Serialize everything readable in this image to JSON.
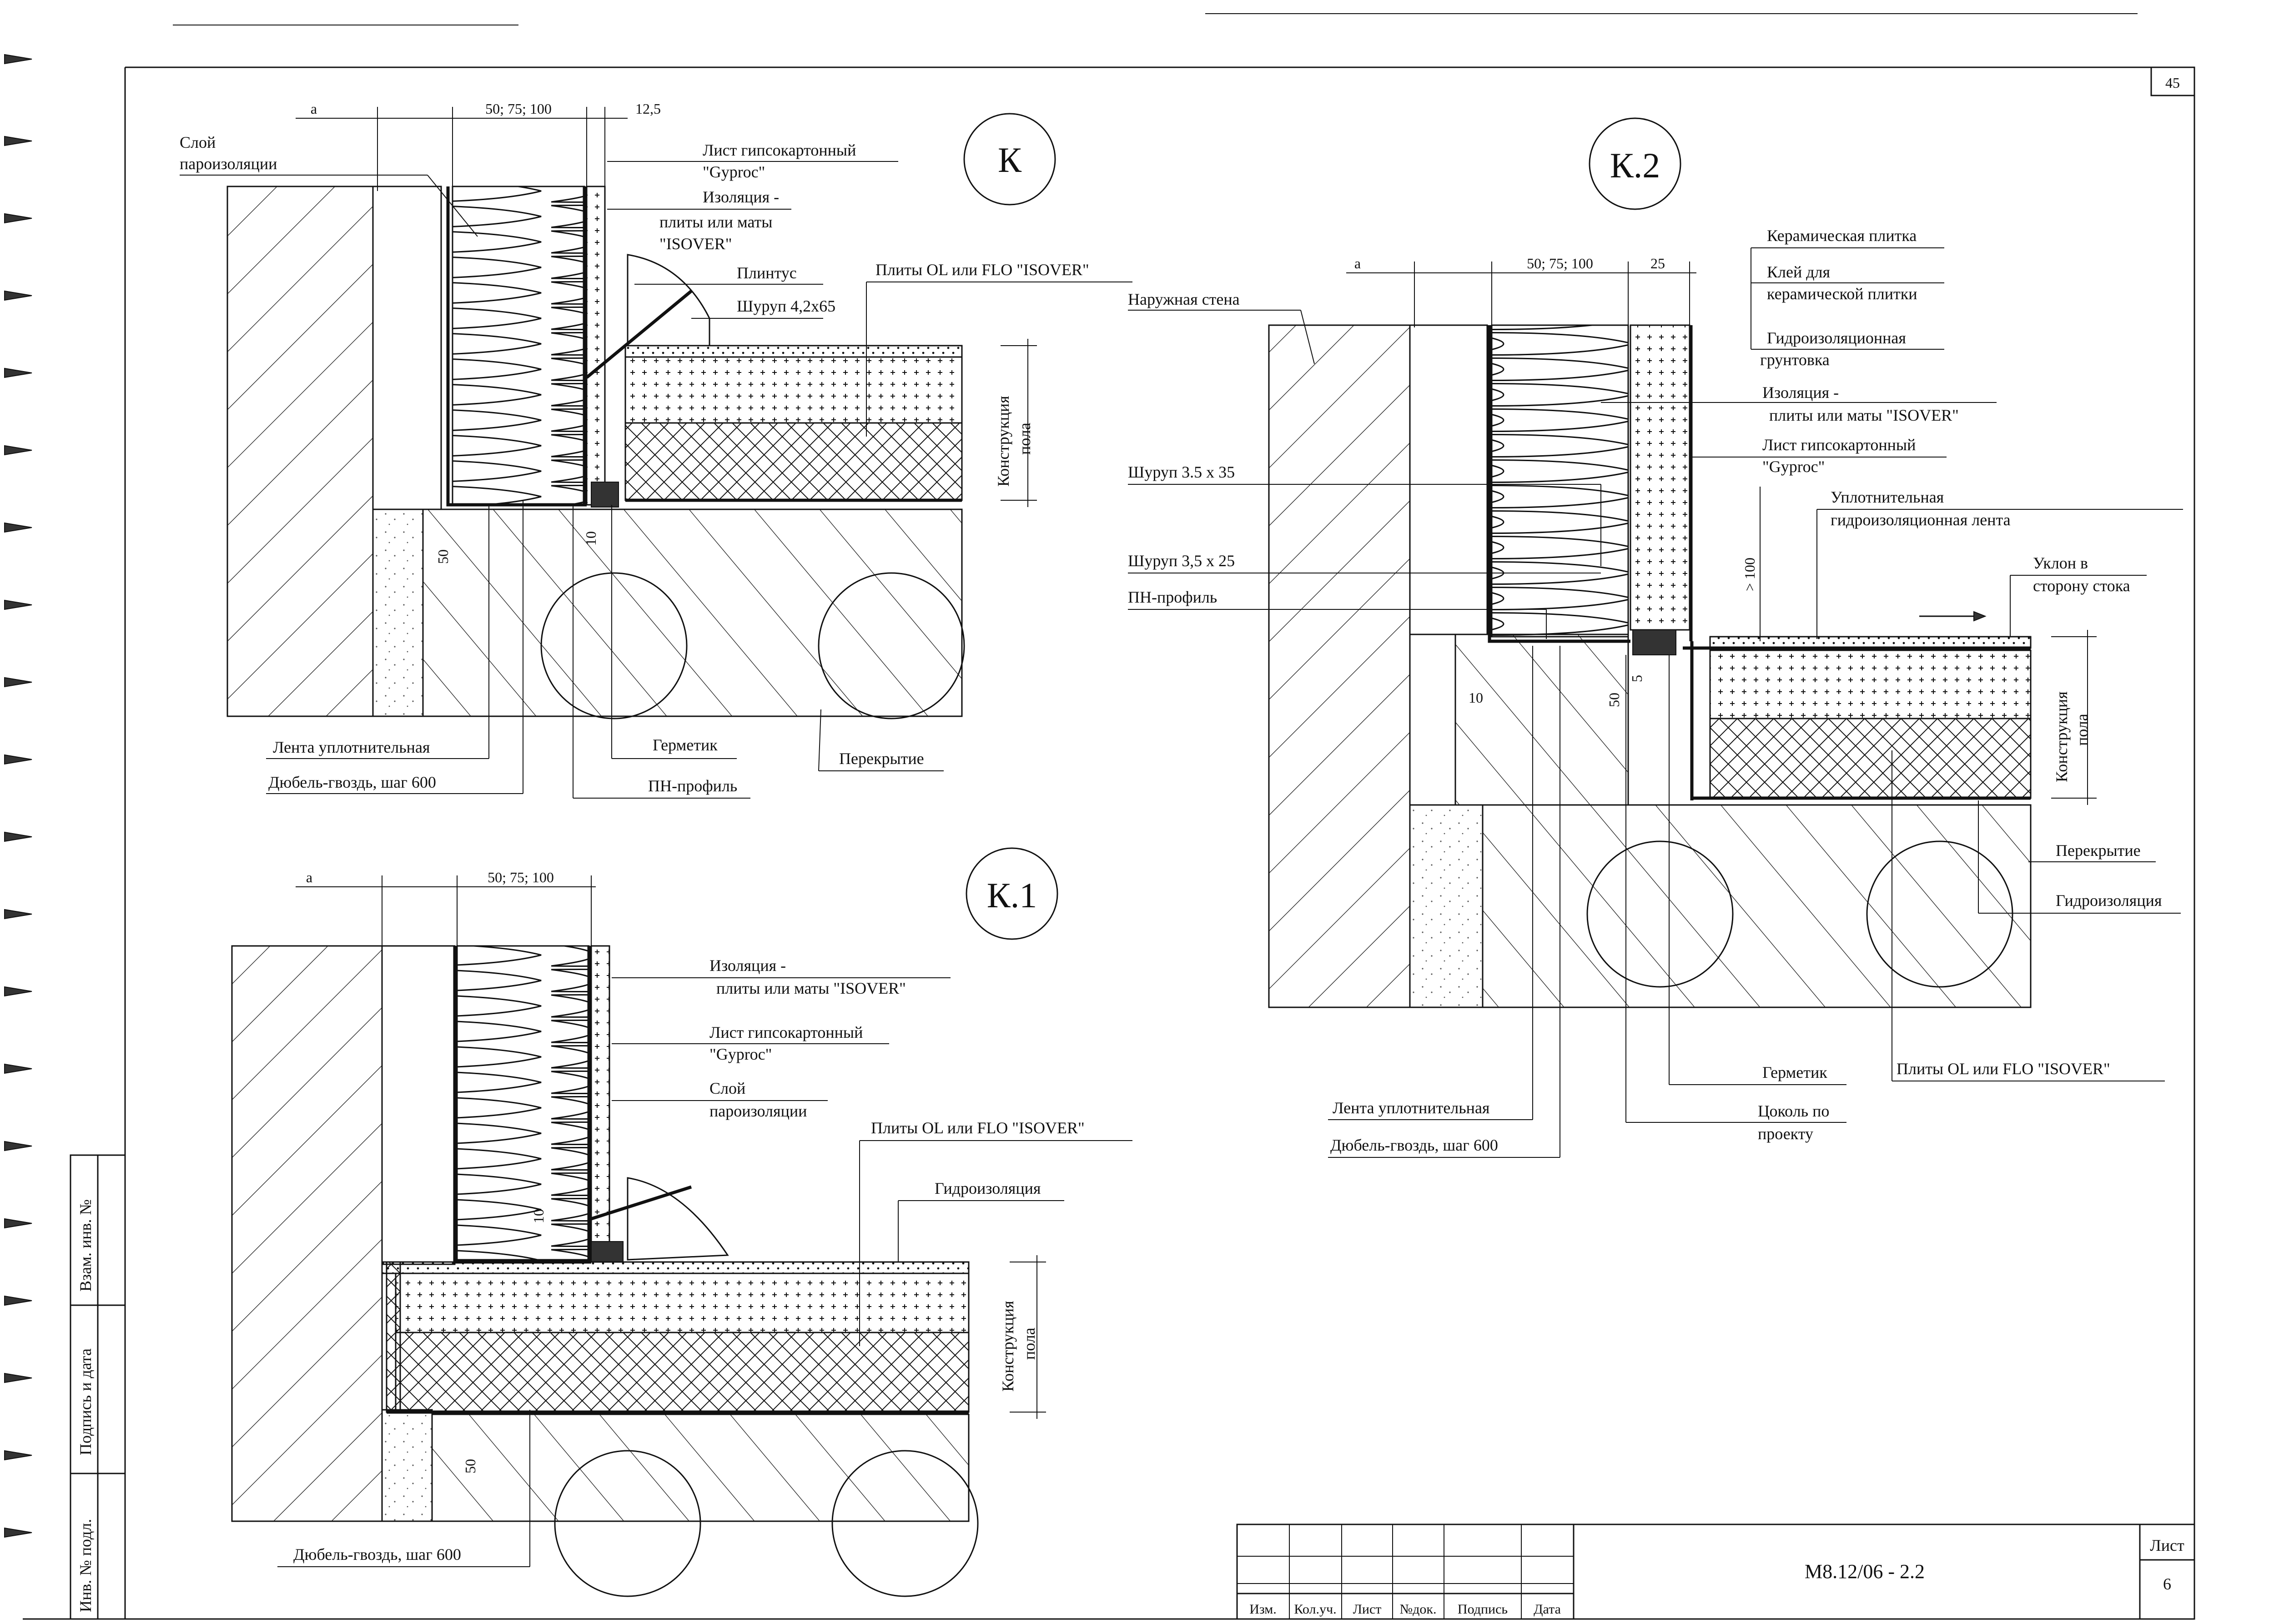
{
  "sheet": {
    "page_top_number": "45",
    "document_code": "М8.12/06 - 2.2",
    "sheet_label": "Лист",
    "sheet_number": "6",
    "titleblock_headers": [
      "Изм.",
      "Кол.уч.",
      "Лист",
      "№док.",
      "Подпись",
      "Дата"
    ],
    "side_stamp": [
      "Инв. № подл.",
      "Подпись и дата",
      "Взам. инв. №"
    ]
  },
  "detail_k": {
    "title": "К",
    "dims": {
      "a": "а",
      "ins": "50; 75; 100",
      "gyp": "12,5",
      "d50": "50",
      "d10": "10"
    },
    "labels": {
      "vapor": [
        "Слой",
        "пароизоляции"
      ],
      "gypsum": [
        "Лист гипсокартонный",
        "\"Gyproc\""
      ],
      "insulation": [
        "Изоляция -",
        "плиты или маты",
        "\"ISOVER\""
      ],
      "plinth": "Плинтус",
      "screw": "Шуруп 4,2х65",
      "slabs": "Плиты OL или FLO \"ISOVER\"",
      "floor": [
        "Конструкция",
        "пола"
      ],
      "tape": "Лента уплотнительная",
      "dowel": "Дюбель-гвоздь, шаг 600",
      "sealant": "Герметик",
      "profile": "ПН-профиль",
      "ceiling": "Перекрытие"
    }
  },
  "detail_k1": {
    "title": "К.1",
    "dims": {
      "a": "а",
      "ins": "50; 75; 100",
      "d10": "10",
      "d50": "50"
    },
    "labels": {
      "insulation": [
        "Изоляция -",
        "плиты или маты  \"ISOVER\""
      ],
      "gypsum": [
        "Лист гипсокартонный",
        "\"Gyproc\""
      ],
      "vapor": [
        "Слой",
        "пароизоляции"
      ],
      "slabs": "Плиты OL или FLO \"ISOVER\"",
      "waterproof": "Гидроизоляция",
      "floor": [
        "Конструкция",
        "пола"
      ],
      "dowel": "Дюбель-гвоздь, шаг 600"
    }
  },
  "detail_k2": {
    "title": "К.2",
    "dims": {
      "a": "а",
      "ins": "50; 75; 100",
      "d25": "25",
      "d100": "> 100",
      "d10": "10",
      "d50": "50",
      "d5": "5"
    },
    "labels": {
      "tile": "Керамическая плитка",
      "glue": [
        "Клей для",
        "керамической плитки"
      ],
      "primer": [
        "Гидроизоляционная",
        "грунтовка"
      ],
      "insulation": [
        "Изоляция -",
        "плиты или маты  \"ISOVER\""
      ],
      "gypsum": [
        "Лист гипсокартонный",
        "\"Gyproc\""
      ],
      "tape_wp": [
        "Уплотнительная",
        "гидроизоляционная лента"
      ],
      "slope": [
        "Уклон в",
        "сторону стока"
      ],
      "outer_wall": "Наружная стена",
      "screw1": "Шуруп 3.5 х 35",
      "screw2": "Шуруп 3,5 х 25",
      "profile": "ПН-профиль",
      "floor": [
        "Конструкция",
        "пола"
      ],
      "ceiling": "Перекрытие",
      "waterproof": "Гидроизоляция",
      "tape": "Лента уплотнительная",
      "dowel": "Дюбель-гвоздь, шаг 600",
      "sealant": "Герметик",
      "plinth": [
        "Цоколь по",
        "проекту"
      ],
      "slabs": "Плиты OL или FLO \"ISOVER\""
    }
  }
}
